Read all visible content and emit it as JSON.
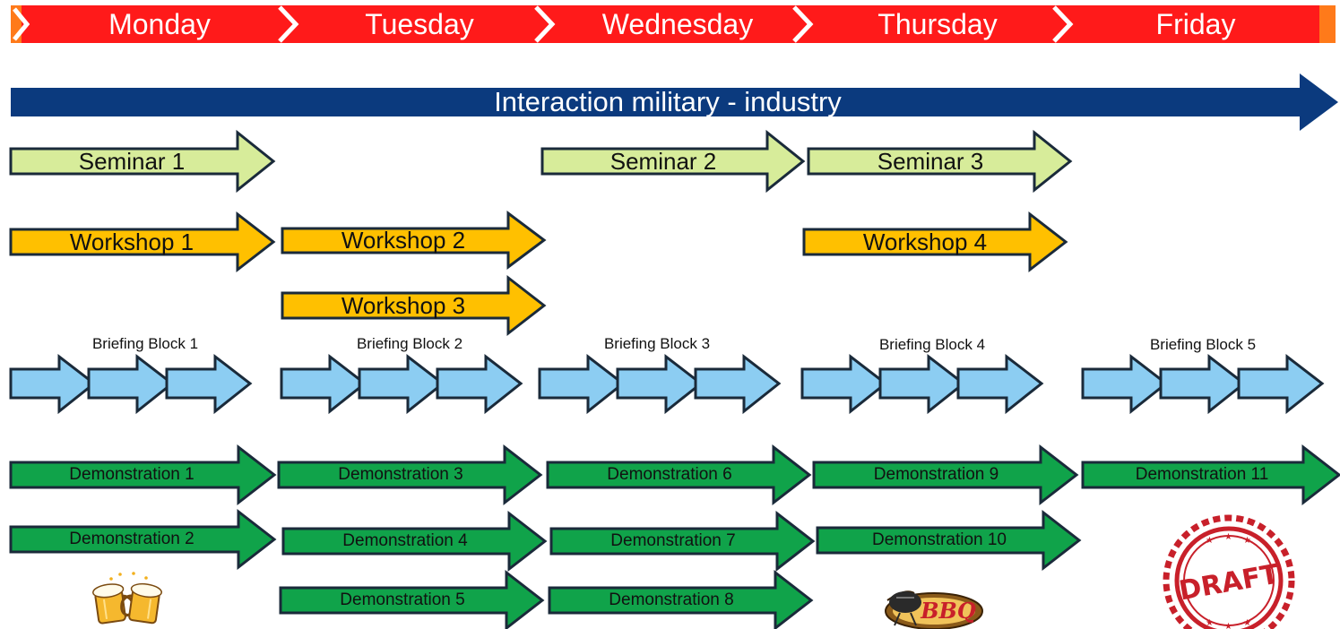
{
  "days": [
    "Monday",
    "Tuesday",
    "Wednesday",
    "Thursday",
    "Friday"
  ],
  "main_arrow": "Interaction military - industry",
  "seminars": [
    "Seminar 1",
    "Seminar 2",
    "Seminar 3"
  ],
  "workshops": [
    "Workshop 1",
    "Workshop 2",
    "Workshop 3",
    "Workshop 4"
  ],
  "briefing_blocks": [
    "Briefing Block 1",
    "Briefing Block 2",
    "Briefing Block 3",
    "Briefing Block 4",
    "Briefing Block 5"
  ],
  "demonstrations": [
    "Demonstration 1",
    "Demonstration 2",
    "Demonstration 3",
    "Demonstration 4",
    "Demonstration 5",
    "Demonstration 6",
    "Demonstration 7",
    "Demonstration 8",
    "Demonstration 9",
    "Demonstration 10",
    "Demonstration 11"
  ],
  "badges": {
    "bbq": "BBQ",
    "draft": "DRAFT"
  },
  "icons": [
    "beer-mugs-icon",
    "bbq-grill-icon",
    "draft-stamp-icon"
  ],
  "colors": {
    "day_banner": "#ff1a1a",
    "main_arrow": "#0b3a7e",
    "seminar": "#d7ec9a",
    "workshop": "#ffc000",
    "briefing": "#8ccdf2",
    "demonstration": "#10a34a",
    "outline": "#1a2a3a"
  }
}
